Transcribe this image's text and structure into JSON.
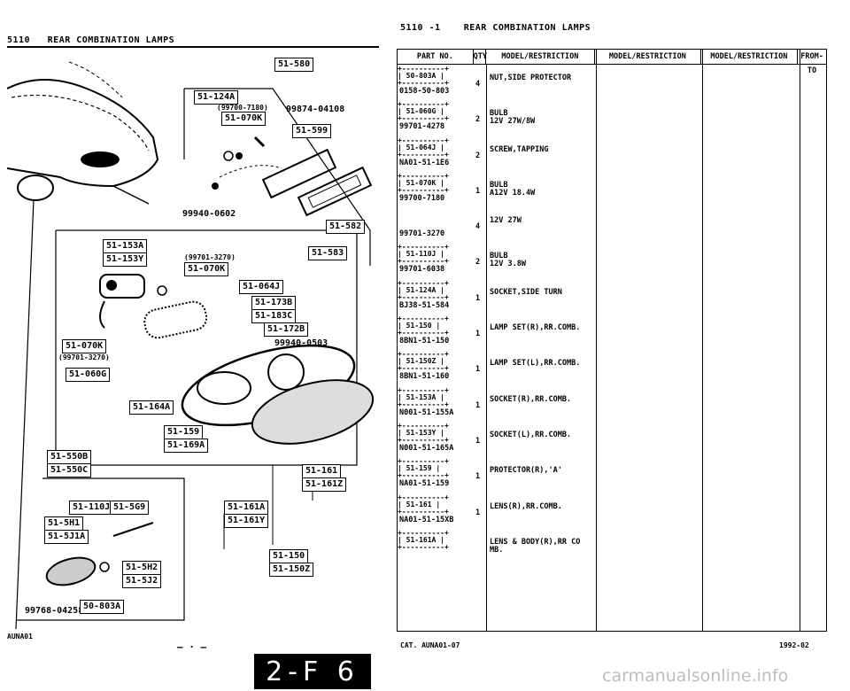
{
  "left_header": {
    "code": "5110",
    "title": "REAR COMBINATION LAMPS"
  },
  "right_header": {
    "code": "5110 -1",
    "title": "REAR COMBINATION LAMPS"
  },
  "diagram": {
    "callouts": {
      "c_51_580": "51-580",
      "c_51_124A": "51-124A",
      "c_51_070K_top": "51-070K",
      "c_51_599": "51-599",
      "c_51_582": "51-582",
      "c_51_583": "51-583",
      "c_51_153A": "51-153A",
      "c_51_153Y": "51-153Y",
      "c_51_070K_mid": "51-070K",
      "c_51_064J": "51-064J",
      "c_51_173B": "51-173B",
      "c_51_183C": "51-183C",
      "c_51_172B": "51-172B",
      "c_51_070K_left": "51-070K",
      "c_51_060G": "51-060G",
      "c_51_164A": "51-164A",
      "c_51_159": "51-159",
      "c_51_169A": "51-169A",
      "c_51_550B": "51-550B",
      "c_51_550C": "51-550C",
      "c_51_161": "51-161",
      "c_51_161Z": "51-161Z",
      "c_51_161A": "51-161A",
      "c_51_161Y": "51-161Y",
      "c_51_110J": "51-110J",
      "c_51_5G9": "51-5G9",
      "c_51_5H1": "51-5H1",
      "c_51_5J1A": "51-5J1A",
      "c_51_5H2": "51-5H2",
      "c_51_5J2": "51-5J2",
      "c_51_150": "51-150",
      "c_51_150Z": "51-150Z",
      "c_50_803A": "50-803A"
    },
    "labels": {
      "range_top": "(99700-7180)",
      "p_99874": "99874-04108",
      "p_99940_0602": "99940-0602",
      "range_mid": "(99701-3270)",
      "range_left": "(99701-3270)",
      "p_99940_0503": "99940-0503",
      "p_99768": "99768-04258"
    }
  },
  "table": {
    "headers": [
      "PART NO.",
      "QTY",
      "MODEL/RESTRICTION",
      "MODEL/RESTRICTION",
      "MODEL/RESTRICTION",
      "FROM-TO"
    ],
    "rows": [
      {
        "ref": "+----------+\n| 50-803A |\n+----------+",
        "part": "0158-50-803",
        "qty": "4",
        "desc": "NUT,SIDE PROTECTOR"
      },
      {
        "ref": "+----------+\n| 51-060G |\n+----------+",
        "part": "99701-4278",
        "qty": "2",
        "desc": "BULB\n12V 27W/8W"
      },
      {
        "ref": "+----------+\n| 51-064J |\n+----------+",
        "part": "NA01-51-1E6",
        "qty": "2",
        "desc": "SCREW,TAPPING"
      },
      {
        "ref": "+----------+\n| 51-070K |\n+----------+",
        "part": "99700-7180",
        "qty": "1",
        "desc": "BULB\nA12V 18.4W"
      },
      {
        "ref": "",
        "part": "99701-3270",
        "qty": "4",
        "desc": "12V 27W"
      },
      {
        "ref": "+----------+\n| 51-110J |\n+----------+",
        "part": "99701-6038",
        "qty": "2",
        "desc": "BULB\n12V 3.8W"
      },
      {
        "ref": "+----------+\n| 51-124A |\n+----------+",
        "part": "BJ38-51-584",
        "qty": "1",
        "desc": "SOCKET,SIDE TURN"
      },
      {
        "ref": "+----------+\n| 51-150 |\n+----------+",
        "part": "8BN1-51-150",
        "qty": "1",
        "desc": "LAMP SET(R),RR.COMB."
      },
      {
        "ref": "+----------+\n| 51-150Z |\n+----------+",
        "part": "8BN1-51-160",
        "qty": "1",
        "desc": "LAMP SET(L),RR.COMB."
      },
      {
        "ref": "+----------+\n| 51-153A |\n+----------+",
        "part": "N001-51-155A",
        "qty": "1",
        "desc": "SOCKET(R),RR.COMB."
      },
      {
        "ref": "+----------+\n| 51-153Y |\n+----------+",
        "part": "N001-51-165A",
        "qty": "1",
        "desc": "SOCKET(L),RR.COMB."
      },
      {
        "ref": "+----------+\n| 51-159 |\n+----------+",
        "part": "NA01-51-159",
        "qty": "1",
        "desc": "PROTECTOR(R),'A'"
      },
      {
        "ref": "+----------+\n| 51-161 |\n+----------+",
        "part": "NA01-51-15XB",
        "qty": "1",
        "desc": "LENS(R),RR.COMB."
      },
      {
        "ref": "+----------+\n| 51-161A |\n+----------+",
        "part": "",
        "qty": "",
        "desc": "LENS & BODY(R),RR CO\nMB."
      }
    ]
  },
  "footer": {
    "left_code": "AUNA01",
    "left_dashes": "— ·  —",
    "right_cat": "CAT. AUNA01-07",
    "right_date": "1992-02",
    "page_badge": "2-F 6",
    "watermark": "carmanualsonline.info"
  }
}
